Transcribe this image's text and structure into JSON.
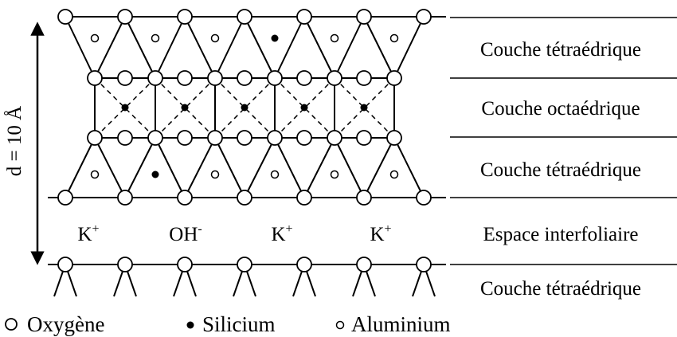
{
  "layers": [
    "Couche tétraédrique",
    "Couche octaédrique",
    "Couche tétraédrique",
    "Espace interfoliaire",
    "Couche tétraédrique"
  ],
  "spacing": {
    "label": "d = 10 Å"
  },
  "interlayer_ions": [
    {
      "base": "K",
      "charge": "+"
    },
    {
      "base": "OH",
      "charge": "-"
    },
    {
      "base": "K",
      "charge": "+"
    },
    {
      "base": "K",
      "charge": "+"
    }
  ],
  "legend": [
    {
      "symbol": "large-open-circle",
      "label": "Oxygène"
    },
    {
      "symbol": "filled-dot",
      "label": "Silicium"
    },
    {
      "symbol": "small-open-circle",
      "label": "Aluminium"
    }
  ]
}
